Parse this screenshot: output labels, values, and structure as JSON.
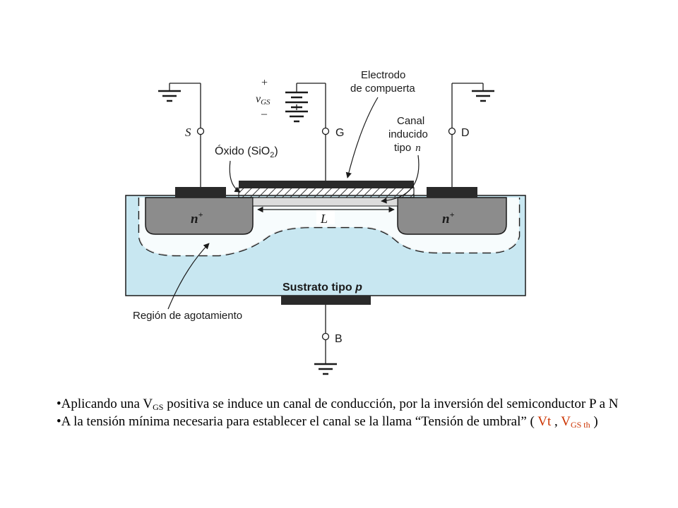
{
  "diagram": {
    "terminals": {
      "source": "S",
      "gate": "G",
      "drain": "D",
      "body": "B"
    },
    "vgs": {
      "plus": "+",
      "v": "v",
      "sub": "GS",
      "minus": "–"
    },
    "labels": {
      "gate_electrode_1": "Electrodo",
      "gate_electrode_2": "de compuerta",
      "channel_1": "Canal",
      "channel_2": "inducido",
      "channel_3": "tipo",
      "channel_3_n": "n",
      "oxide": "Óxido (SiO",
      "oxide_sub": "2",
      "oxide_close": ")",
      "n_plus_left": "n",
      "n_plus_right": "n",
      "plus_sign": "+",
      "length": "L",
      "substrate": "Sustrato tipo ",
      "substrate_p": "p",
      "depletion": "Región de agotamiento"
    },
    "colors": {
      "substrate": "#c8e7f1",
      "n_region": "#8c8c8c",
      "metal": "#2a2a2a",
      "channel": "#dcdcdc"
    }
  },
  "bullets": [
    {
      "pre": "•Aplicando una V",
      "sub": "GS",
      "post": " positiva se induce un canal de conducción, por la inversión del semiconductor P a N"
    },
    {
      "pre": "•A la tensión mínima necesaria para establecer el canal se la llama “Tensión de umbral” ( ",
      "red1": "Vt",
      "sep": " , ",
      "red2": "V",
      "red2_sub": "GS th",
      "post": " )"
    }
  ]
}
